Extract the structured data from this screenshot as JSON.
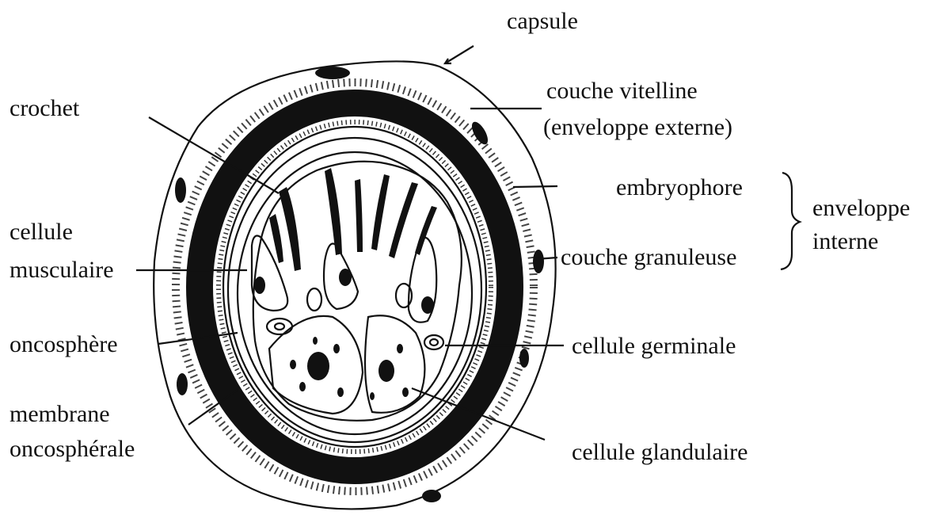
{
  "labels": {
    "capsule": "capsule",
    "couche_vitelline": "couche vitelline",
    "enveloppe_externe": "(enveloppe externe)",
    "crochet": "crochet",
    "embryophore": "embryophore",
    "enveloppe": "enveloppe",
    "interne": "interne",
    "cellule": "cellule",
    "musculaire": "musculaire",
    "couche_granuleuse": "couche granuleuse",
    "oncosphere": "oncosphère",
    "cellule_germinale": "cellule germinale",
    "membrane": "membrane",
    "oncospherale": "oncosphérale",
    "cellule_glandulaire": "cellule glandulaire"
  },
  "colors": {
    "ink": "#111111",
    "background": "#ffffff"
  }
}
